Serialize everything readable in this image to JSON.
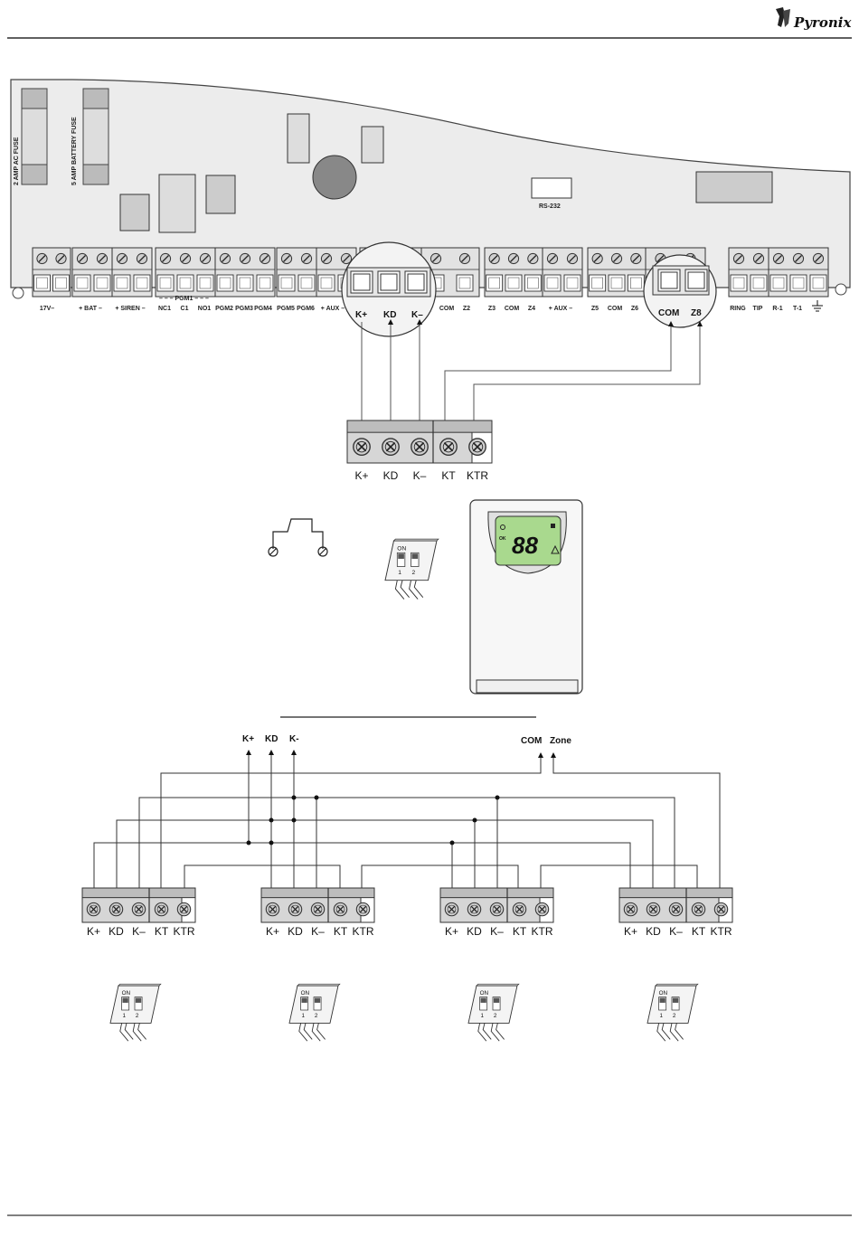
{
  "header": {
    "brand": "Pyronix"
  },
  "fuses": [
    {
      "label": "2 AMP AC FUSE"
    },
    {
      "label": "5 AMP BATTERY FUSE"
    }
  ],
  "connector": {
    "label": "RS-232"
  },
  "terminal_labels": [
    "17V–",
    "+ BAT –",
    "+ SIREN –",
    "NC1",
    "C1",
    "NO1",
    "PGM2",
    "PGM3",
    "PGM4",
    "PGM5",
    "PGM6",
    "+ AUX –",
    "COM",
    "Z2",
    "Z3",
    "COM",
    "Z4",
    "+ AUX –",
    "Z5",
    "COM",
    "Z6",
    "RING",
    "TIP",
    "R-1",
    "T-1"
  ],
  "pgm1_label": "– – – PGM1 – – –",
  "zoom_left": [
    "K+",
    "KD",
    "K–"
  ],
  "zoom_right": [
    "COM",
    "Z8"
  ],
  "keypad_terminals": [
    "K+",
    "KD",
    "K–",
    "KT",
    "KTR"
  ],
  "keypad_display": {
    "digits": "88",
    "ok": "OK"
  },
  "dip": {
    "on": "ON",
    "one": "1",
    "two": "2"
  },
  "bus_labels": {
    "kplus": "K+",
    "kd": "KD",
    "kminus": "K-",
    "com": "COM",
    "zone": "Zone"
  }
}
